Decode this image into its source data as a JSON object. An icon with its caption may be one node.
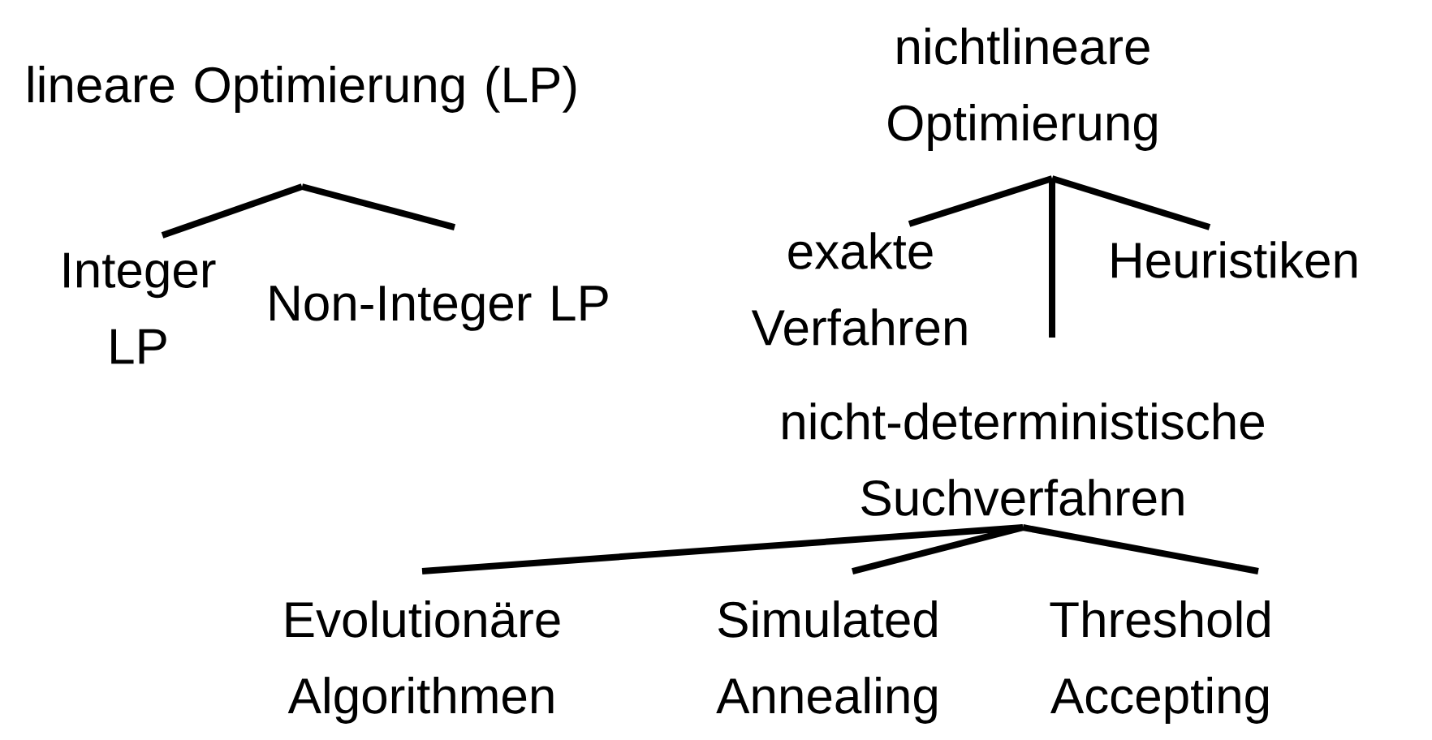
{
  "diagram": {
    "nodes": [
      {
        "text": [
          "lineare Optimierung (LP)"
        ]
      },
      {
        "text": [
          "Integer LP"
        ]
      },
      {
        "text": [
          "Non-Integer LP"
        ]
      },
      {
        "text": [
          "nichtlineare Optimierung"
        ]
      },
      {
        "text": [
          "exakte Verfahren"
        ]
      },
      {
        "text": [
          "Heuristiken"
        ]
      },
      {
        "text": [
          "nicht-deterministische Suchverfahren"
        ]
      },
      {
        "text": [
          "Evolutionäre Algorithmen"
        ]
      },
      {
        "text": [
          "Simulated Annealing"
        ]
      },
      {
        "text": [
          "Threshold Accepting"
        ]
      }
    ],
    "edges": [
      {
        "from": 0,
        "to": 1,
        "arrow": "none"
      },
      {
        "from": 0,
        "to": 2,
        "arrow": "none"
      },
      {
        "from": 3,
        "to": 4,
        "arrow": "none"
      },
      {
        "from": 3,
        "to": 5,
        "arrow": "none"
      },
      {
        "from": 3,
        "to": 6,
        "arrow": "none"
      },
      {
        "from": 6,
        "to": 7,
        "arrow": "none"
      },
      {
        "from": 6,
        "to": 8,
        "arrow": "none"
      },
      {
        "from": 6,
        "to": 9,
        "arrow": "none"
      }
    ]
  }
}
